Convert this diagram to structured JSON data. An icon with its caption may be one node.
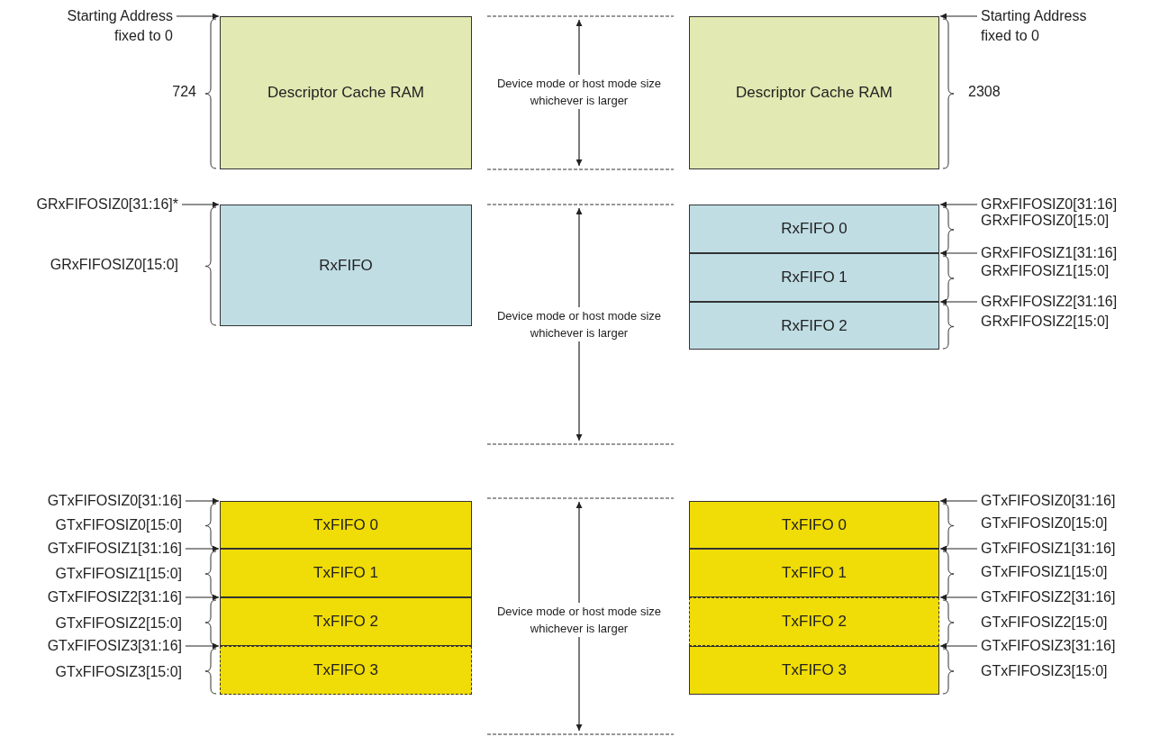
{
  "diagram": {
    "nodes": [
      {
        "text": [
          "Starting Address fixed to 0"
        ]
      },
      {
        "text": [
          "Descriptor Cache RAM"
        ]
      },
      {
        "text": [
          "Descriptor Cache RAM"
        ]
      },
      {
        "text": [
          "Starting Address fixed to 0"
        ]
      },
      {
        "text": [
          "GRxFIFOSIZ0[31:16]*"
        ]
      },
      {
        "text": [
          "RxFIFO"
        ]
      },
      {
        "text": [
          "RxFIFO 0"
        ]
      },
      {
        "text": [
          "GRxFIFOSIZ0[31:16]"
        ]
      },
      {
        "text": [
          "RxFIFO 1"
        ]
      },
      {
        "text": [
          "GRxFIFOSIZ1[31:16]"
        ]
      },
      {
        "text": [
          "RxFIFO 2"
        ]
      },
      {
        "text": [
          "GRxFIFOSIZ2[31:16]"
        ]
      },
      {
        "text": [
          "GTxFIFOSIZ0[31:16]"
        ]
      },
      {
        "text": [
          "TxFIFO 0"
        ]
      },
      {
        "text": [
          "GTxFIFOSIZ1[31:16]"
        ]
      },
      {
        "text": [
          "TxFIFO 1"
        ]
      },
      {
        "text": [
          "GTxFIFOSIZ2[31:16]"
        ]
      },
      {
        "text": [
          "TxFIFO 2"
        ]
      },
      {
        "text": [
          "GTxFIFOSIZ3[31:16]"
        ]
      },
      {
        "text": [
          "TxFIFO 3"
        ]
      },
      {
        "text": [
          "TxFIFO 0"
        ]
      },
      {
        "text": [
          "GTxFIFOSIZ0[31:16]"
        ]
      },
      {
        "text": [
          "TxFIFO 1"
        ]
      },
      {
        "text": [
          "GTxFIFOSIZ1[31:16]"
        ]
      },
      {
        "text": [
          "TxFIFO 2"
        ]
      },
      {
        "text": [
          "GTxFIFOSIZ2[31:16]"
        ]
      },
      {
        "text": [
          "TxFIFO 3"
        ]
      },
      {
        "text": [
          "GTxFIFOSIZ3[31:16]"
        ]
      }
    ],
    "edges": [
      {
        "from": 0,
        "to": 1,
        "arrow": "to"
      },
      {
        "from": 3,
        "to": 2,
        "arrow": "to"
      },
      {
        "from": 4,
        "to": 5,
        "arrow": "to"
      },
      {
        "from": 7,
        "to": 6,
        "arrow": "to"
      },
      {
        "from": 9,
        "to": 8,
        "arrow": "to"
      },
      {
        "from": 11,
        "to": 10,
        "arrow": "to"
      },
      {
        "from": 12,
        "to": 13,
        "arrow": "to"
      },
      {
        "from": 14,
        "to": 15,
        "arrow": "to"
      },
      {
        "from": 16,
        "to": 17,
        "arrow": "to"
      },
      {
        "from": 18,
        "to": 19,
        "arrow": "to"
      },
      {
        "from": 21,
        "to": 20,
        "arrow": "to"
      },
      {
        "from": 23,
        "to": 22,
        "arrow": "to"
      },
      {
        "from": 25,
        "to": 24,
        "arrow": "to"
      },
      {
        "from": 27,
        "to": 26,
        "arrow": "to"
      }
    ],
    "labels": [
      "724",
      "Device mode or host mode size whichever is larger",
      "2308",
      "GRxFIFOSIZ0[15:0]",
      "GRxFIFOSIZ0[15:0]",
      "GRxFIFOSIZ1[15:0]",
      "Device mode or host mode size whichever is larger",
      "GRxFIFOSIZ2[15:0]",
      "GTxFIFOSIZ0[15:0]",
      "GTxFIFOSIZ0[15:0]",
      "GTxFIFOSIZ1[15:0]",
      "GTxFIFOSIZ1[15:0]",
      "Device mode or host mode size whichever is larger",
      "GTxFIFOSIZ2[15:0]",
      "GTxFIFOSIZ2[15:0]",
      "GTxFIFOSIZ3[15:0]",
      "GTxFIFOSIZ3[15:0]"
    ]
  }
}
